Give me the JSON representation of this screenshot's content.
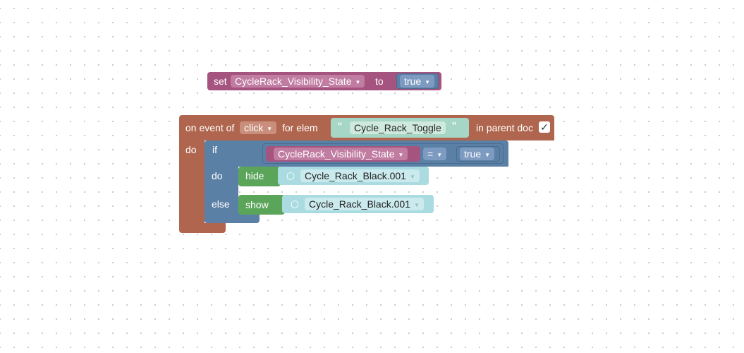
{
  "workspace": {
    "set_block": {
      "keyword_set": "set",
      "variable": "CycleRack_Visibility_State",
      "keyword_to": "to",
      "value": "true"
    },
    "event_block": {
      "prefix": "on event of",
      "event": "click",
      "for_elem": "for elem",
      "open_quote": "“",
      "element_name": "Cycle_Rack_Toggle",
      "close_quote": "”",
      "in_parent_doc": "in parent doc",
      "checkbox": "✓",
      "do_label": "do",
      "if_block": {
        "if_label": "if",
        "condition": {
          "variable": "CycleRack_Visibility_State",
          "operator": "=",
          "value": "true"
        },
        "do_label": "do",
        "do_action": {
          "action": "hide",
          "object": "Cycle_Rack_Black.001"
        },
        "else_label": "else",
        "else_action": {
          "action": "show",
          "object": "Cycle_Rack_Black.001"
        }
      }
    },
    "colors": {
      "variables": "#a5537f",
      "logic": "#5b80a5",
      "events": "#b0664e",
      "text": "#a6d6c5",
      "objects": "#a9dbe1",
      "actions": "#5ba55b"
    },
    "icons": [
      "dropdown-arrow-icon",
      "cube-icon",
      "checkbox-icon"
    ]
  }
}
